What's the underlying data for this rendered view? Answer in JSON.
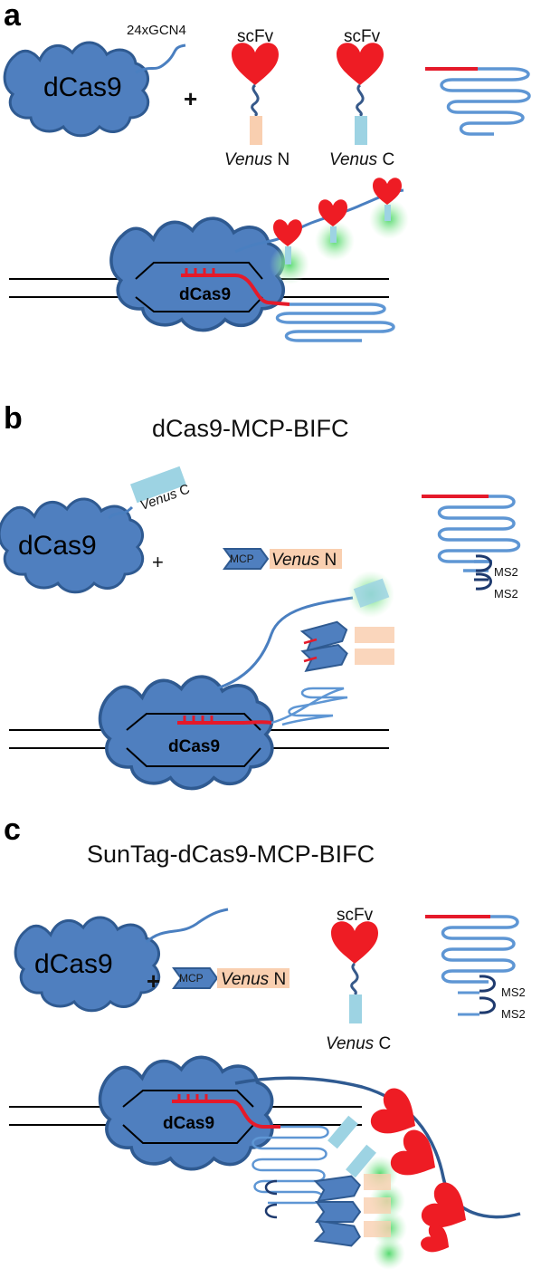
{
  "panel_a": {
    "letter": "a",
    "dcas9": "dCas9",
    "gcn4": "24xGCN4",
    "plus": "+",
    "scfv_1": "scFv",
    "scfv_2": "scFv",
    "venus_n_name": "Venus",
    "venus_n_suffix": " N",
    "venus_c_name": "Venus",
    "venus_c_suffix": " C",
    "dcas9_bound": "dCas9"
  },
  "panel_b": {
    "letter": "b",
    "title": "dCas9-MCP-BIFC",
    "venus_c_name": "Venus",
    "venus_c_suffix": "C",
    "dcas9": "dCas9",
    "plus": "+",
    "mcp": "MCP",
    "venus_n_name": "Venus",
    "venus_n_suffix": " N",
    "ms2_1": "MS2",
    "ms2_2": "MS2",
    "dcas9_bound": "dCas9"
  },
  "panel_c": {
    "letter": "c",
    "title": "SunTag-dCas9-MCP-BIFC",
    "dcas9": "dCas9",
    "plus": "+",
    "mcp": "MCP",
    "venus_n_name": "Venus",
    "venus_n_suffix": " N",
    "scfv": "scFv",
    "venus_c_name": "Venus",
    "venus_c_suffix": " C",
    "ms2_1": "MS2",
    "ms2_2": "MS2",
    "dcas9_bound": "dCas9"
  },
  "colors": {
    "protein": "#4f7fbf",
    "protein_edge": "#2f5a91",
    "scfv": "#ee1c24",
    "linker": "#4a7fc0",
    "venus_n": "#f9cfb0",
    "venus_c": "#9dd3e3",
    "rna_red": "#e51a2a",
    "rna_blue": "#5e96d4",
    "ms2_loop": "#1e3a6e",
    "glow": "#6fd27f"
  }
}
